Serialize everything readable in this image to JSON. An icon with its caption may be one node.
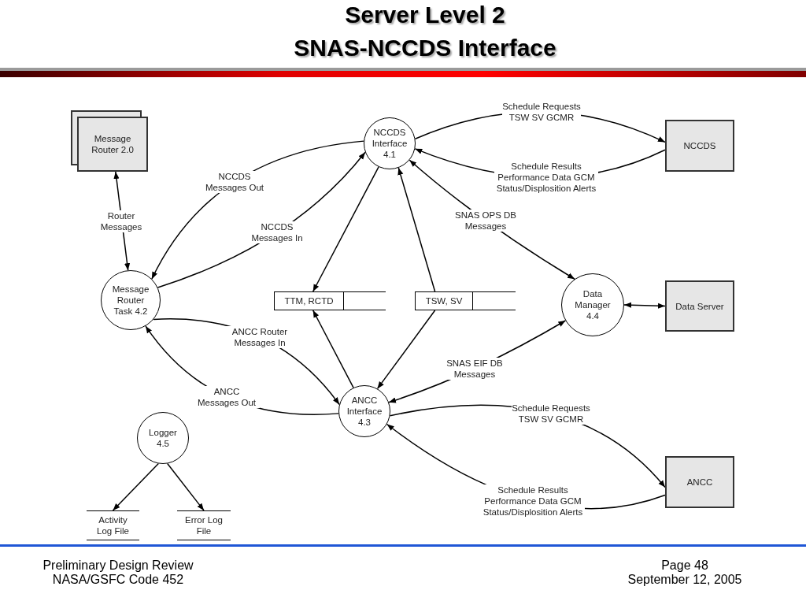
{
  "diagram": {
    "title": "Server Level 2",
    "nodes": [
      {
        "text": [
          "Message Router 2.0"
        ]
      },
      {
        "text": [
          "NCCDS Interface 4.1"
        ]
      },
      {
        "text": [
          "NCCDS"
        ]
      },
      {
        "text": [
          "Message Router Task 4.2"
        ]
      },
      {
        "text": [
          "TTM, RCTD"
        ]
      },
      {
        "text": [
          "TSW, SV"
        ]
      },
      {
        "text": [
          "Data Manager 4.4"
        ]
      },
      {
        "text": [
          "Data Server"
        ]
      },
      {
        "text": [
          "ANCC Interface 4.3"
        ]
      },
      {
        "text": [
          "Logger 4.5"
        ]
      },
      {
        "text": [
          "ANCC"
        ]
      },
      {
        "text": [
          "Activity Log File"
        ]
      },
      {
        "text": [
          "Error Log File"
        ]
      }
    ],
    "edges": [
      {
        "from": 0,
        "to": 3,
        "arrow": "both",
        "label": "Router Messages"
      },
      {
        "from": 1,
        "to": 3,
        "arrow": "to",
        "label": "NCCDS Messages Out"
      },
      {
        "from": 3,
        "to": 1,
        "arrow": "to",
        "label": "NCCDS Messages In"
      },
      {
        "from": 1,
        "to": 2,
        "arrow": "to",
        "label": "Schedule Requests TSW SV GCMR"
      },
      {
        "from": 2,
        "to": 1,
        "arrow": "to",
        "label": "Schedule Results Performance Data GCM Status/Displosition Alerts"
      },
      {
        "from": 1,
        "to": 4,
        "arrow": "to"
      },
      {
        "from": 5,
        "to": 1,
        "arrow": "to"
      },
      {
        "from": 6,
        "to": 1,
        "arrow": "both",
        "label": "SNAS OPS DB Messages"
      },
      {
        "from": 6,
        "to": 7,
        "arrow": "both"
      },
      {
        "from": 3,
        "to": 8,
        "arrow": "to",
        "label": "ANCC Router Messages In"
      },
      {
        "from": 8,
        "to": 3,
        "arrow": "to",
        "label": "ANCC Messages Out"
      },
      {
        "from": 8,
        "to": 4,
        "arrow": "to"
      },
      {
        "from": 5,
        "to": 8,
        "arrow": "to"
      },
      {
        "from": 8,
        "to": 6,
        "arrow": "both",
        "label": "SNAS EIF DB Messages"
      },
      {
        "from": 8,
        "to": 10,
        "arrow": "to",
        "label": "Schedule Requests TSW SV GCMR"
      },
      {
        "from": 10,
        "to": 8,
        "arrow": "to",
        "label": "Schedule Results Performance Data GCM Status/Displosition Alerts"
      },
      {
        "from": 9,
        "to": 11,
        "arrow": "to"
      },
      {
        "from": 9,
        "to": 12,
        "arrow": "to"
      }
    ],
    "labels": [
      "SNAS-NCCDS Interface",
      "Preliminary Design Review",
      "NASA/GSFC Code 452",
      "Page 48",
      "September 12, 2005"
    ]
  }
}
